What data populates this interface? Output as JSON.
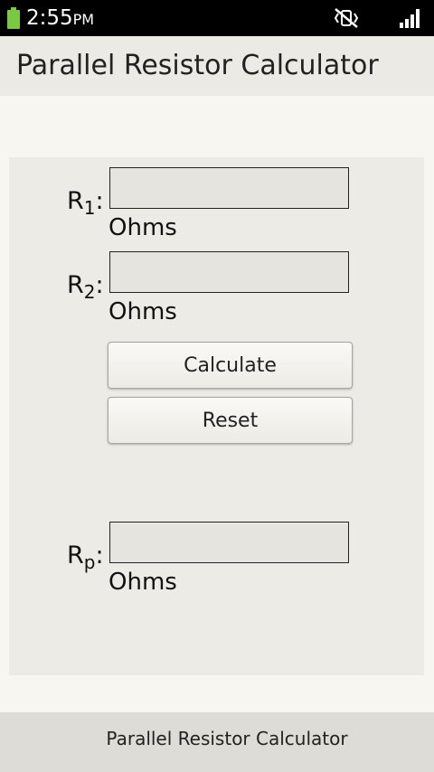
{
  "status_bar": {
    "time": "2:55",
    "ampm": "PM",
    "battery_color": "#7ac943"
  },
  "app": {
    "title": "Parallel Resistor Calculator"
  },
  "form": {
    "r1": {
      "label_main": "R",
      "label_sub": "1",
      "colon": ":",
      "value": "",
      "unit": "Ohms"
    },
    "r2": {
      "label_main": "R",
      "label_sub": "2",
      "colon": ":",
      "value": "",
      "unit": "Ohms"
    },
    "rp": {
      "label_main": "R",
      "label_sub": "p",
      "colon": ":",
      "value": "",
      "unit": "Ohms"
    },
    "calculate_label": "Calculate",
    "reset_label": "Reset"
  },
  "bottom_bar": {
    "label": "Parallel Resistor Calculator"
  },
  "icons": {
    "battery": "battery-icon",
    "mute": "mute-vibrate-icon",
    "signal": "signal-strength-icon"
  }
}
